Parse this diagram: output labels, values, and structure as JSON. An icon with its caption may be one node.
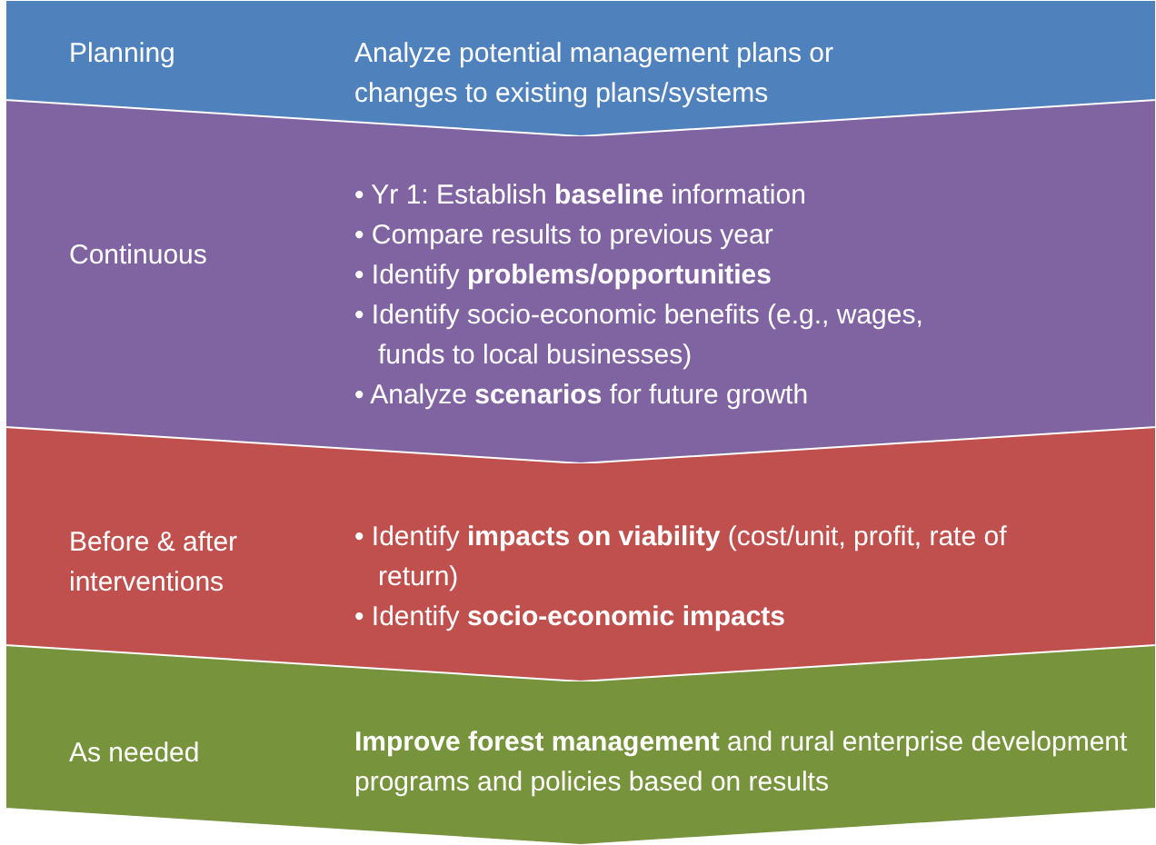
{
  "diagram": {
    "nodes": [
      {
        "text": [
          "Planning",
          "Analyze potential management plans or changes to existing plans/systems"
        ]
      },
      {
        "text": [
          "Continuous",
          "• Yr 1: Establish **baseline** information",
          "• Compare results to previous year",
          "• Identify **problems/opportunities**",
          "• Identify socio-economic benefits (e.g., wages, funds to local businesses)",
          "• Analyze **scenarios** for future growth"
        ]
      },
      {
        "text": [
          "Before & after interventions",
          "• Identify **impacts on viability** (cost/unit, profit, rate of return)",
          "• Identify **socio-economic impacts**"
        ]
      },
      {
        "text": [
          "As needed",
          "**Improve forest management** and rural enterprise development programs and policies based on results"
        ]
      }
    ]
  }
}
